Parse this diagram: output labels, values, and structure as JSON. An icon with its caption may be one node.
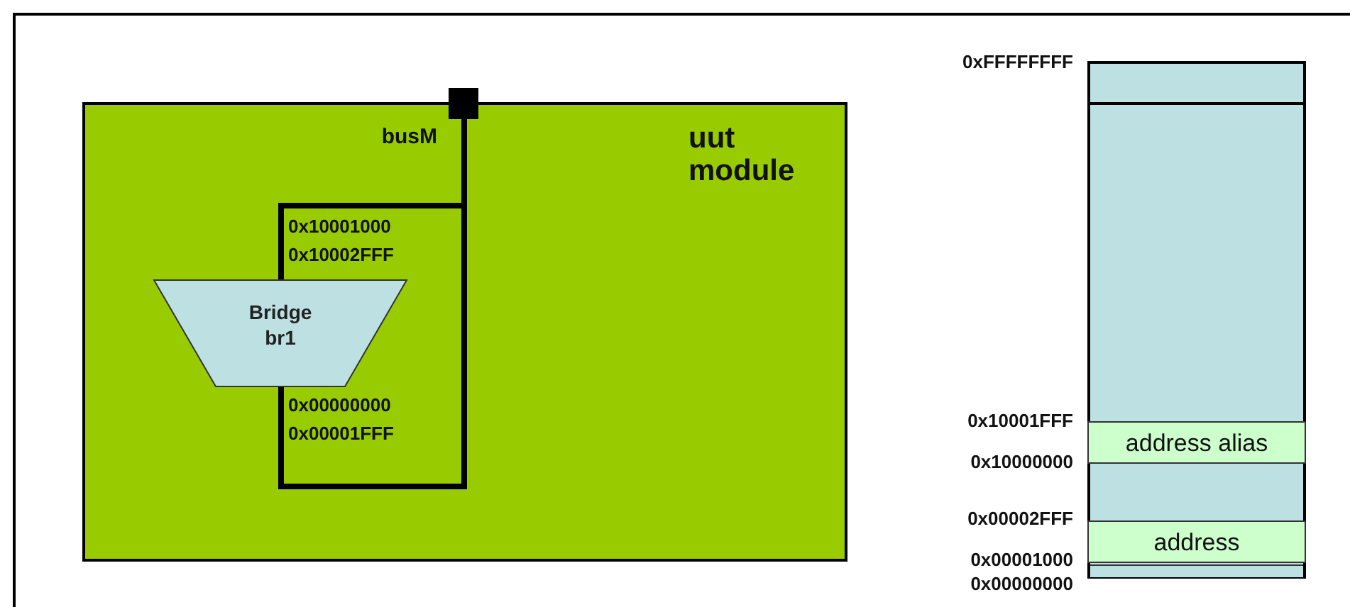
{
  "diagram": {
    "nodes": [
      {
        "text": [
          "uut module"
        ]
      },
      {
        "text": [],
        "shape": "box",
        "beside": [
          "busM"
        ]
      },
      {
        "text": [
          "Bridge br1"
        ],
        "in": 0
      },
      {
        "text": [],
        "shape": "box"
      },
      {
        "text": [
          "address alias"
        ],
        "in": 3
      },
      {
        "text": [
          "address"
        ],
        "in": 3
      }
    ],
    "edges": [
      {
        "from": 1,
        "to": 2,
        "arrow": "none"
      },
      {
        "from": 1,
        "to": 2,
        "arrow": "none"
      }
    ],
    "labels": [
      "0x10001000 0x10002FFF",
      "0x00000000 0x00001FFF",
      "0xFFFFFFFF",
      "0x10001FFF",
      "0x10000000",
      "0x00002FFF",
      "0x00001000",
      "0x00000000"
    ]
  }
}
